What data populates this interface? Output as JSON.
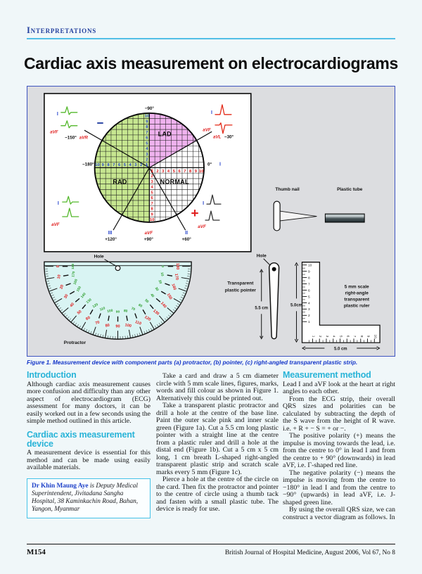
{
  "page": {
    "section": "Interpretations",
    "title": "Cardiac axis measurement on electrocardiograms"
  },
  "figure": {
    "caption": "Figure 1. Measurement device with component parts (a) protractor, (b) pointer, (c) right-angled transparent plastic strip.",
    "axis_diagram": {
      "sectors": {
        "lad": "LAD",
        "rad": "RAD",
        "normal": "NORMAL"
      },
      "polarity": {
        "minus": "−",
        "plus": "+"
      },
      "angles": {
        "top": "−90°",
        "top_left": "−150°",
        "left": "−180°",
        "bottom_left": "+120°",
        "bottom": "+90°",
        "bottom_right": "+60°",
        "right": "0°",
        "top_right": "−30°"
      },
      "leads": {
        "top_left": "aVR",
        "top_right": "aVL",
        "right": "I",
        "bottom_left": "III",
        "bottom": "aVF",
        "bottom_right": "II"
      },
      "scale_max": 10,
      "wave_labels": {
        "lead_i": "I",
        "lead_avf": "aVF"
      }
    },
    "parts": {
      "thumb_nail": "Thumb nail",
      "plastic_tube": "Plastic tube",
      "protractor": {
        "hole": "Hole",
        "name": "Protractor",
        "outer_scale": [
          0,
          10,
          20,
          30,
          40,
          50,
          60,
          70,
          80,
          90,
          100,
          110,
          120,
          130,
          140,
          150,
          160,
          170,
          180
        ],
        "inner_scale": [
          180,
          170,
          160,
          150,
          140,
          130,
          120,
          110,
          100,
          90,
          80,
          70,
          60,
          50,
          40,
          30,
          20,
          10,
          0
        ]
      },
      "pointer": {
        "hole": "Hole",
        "name_line1": "Transparent",
        "name_line2": "plastic pointer",
        "length": "5.5 cm"
      },
      "ruler": {
        "height": "5.0cm",
        "width": "5.0 cm",
        "name_line1": "5 mm scale",
        "name_line2": "right-angle",
        "name_line3": "transparent",
        "name_line4": "plastic ruler",
        "vertical_scale": [
          10,
          9,
          8,
          7,
          6,
          5,
          4,
          3,
          2,
          1
        ],
        "horizontal_scale": [
          1,
          2,
          3,
          4,
          5,
          6,
          7,
          8,
          9,
          10
        ]
      }
    }
  },
  "article": {
    "col1": {
      "heading1": "Introduction",
      "p1": "Although cardiac axis measurement causes more confusion and difficulty than any other aspect of electrocardiogram (ECG) assessment for many doctors, it can be easily worked out in a few seconds using the simple method outlined in this article.",
      "heading2": "Cardiac axis measurement device",
      "p2": "A measurement device is essential for this method and can be made using easily available materials.",
      "author_box": {
        "name": "Dr Khin Maung Aye",
        "bio": " is Deputy Medical Superintendent, Jivitadana Sangha Hospital, 38 Kaminkachin Road, Bahan, Yangon, Myanmar"
      }
    },
    "col2": {
      "p1": "Take a card and draw a 5 cm diameter circle with 5 mm scale lines, figures, marks, words and fill colour as shown in Figure 1. Alternatively this could be printed out.",
      "p2": "Take a transparent plastic protractor and drill a hole at the centre of the base line. Paint the outer scale pink and inner scale green (Figure 1a). Cut a 5.5 cm long plastic pointer with a straight line at the centre from a plastic ruler and drill a hole at the distal end (Figure 1b). Cut a 5 cm x 5 cm long, 1 cm breath L-shaped right-angled transparent plastic strip and scratch scale marks every 5 mm (Figure 1c).",
      "p3": "Pierce a hole at the centre of the circle on the card. Then fix the protractor and pointer to the centre of circle using a thumb tack and fasten with a small plastic tube. The device is ready for use."
    },
    "col3": {
      "heading": "Measurement method",
      "p1": "Lead I and aVF look at the heart at right angles to each other.",
      "p2": "From the ECG strip, their overall QRS sizes and polarities can be calculated by subtracting the depth of the S wave from the height of R wave. i.e. + R + − S = + or −.",
      "p3": "The positive polarity (+) means the impulse is moving towards the lead, i.e. from the centre to 0° in lead I and from the centre to + 90° (downwards) in lead aVF, i.e. Γ-shaped red line.",
      "p4": "The negative polarity (−) means the impulse is moving from the centre to −180° in lead I and from the centre to −90° (upwards) in lead aVF, i.e. J-shaped green line.",
      "p5": "By using the overall QRS size, we can construct a vector diagram as follows. In"
    }
  },
  "footer": {
    "page_number": "M154",
    "journal": "British Journal of Hospital Medicine, August 2006, Vol 67, No 8"
  },
  "colors": {
    "accent_teal": "#29b4d8",
    "caption_blue": "#1536c8",
    "header_blue": "#23409f",
    "rule_cyan": "#52bfe6",
    "sector_green": "#c6e690",
    "sector_pink": "#efb2ee",
    "protractor_fill": "#d9f4f3",
    "scale_red": "#e02020",
    "scale_blue": "#2543cc",
    "scale_green": "#2d9e2d"
  }
}
